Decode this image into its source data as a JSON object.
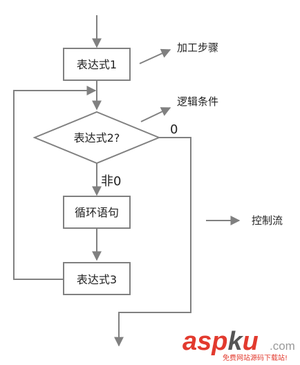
{
  "nodes": {
    "expr1": "表达式1",
    "expr2": "表达式2?",
    "loop_body": "循环语句",
    "expr3": "表达式3"
  },
  "annotations": {
    "process_step": "加工步骤",
    "logic_condition": "逻辑条件",
    "control_flow": "控制流"
  },
  "edges": {
    "false_label": "0",
    "true_label": "非0"
  },
  "watermark": {
    "asp": "asp",
    "k": "k",
    "u": "u",
    "com": ".com",
    "subtitle": "免费网站源码下载站!"
  },
  "colors": {
    "line": "#808080",
    "box_border": "#808080",
    "watermark_red": "#e23a2e"
  }
}
